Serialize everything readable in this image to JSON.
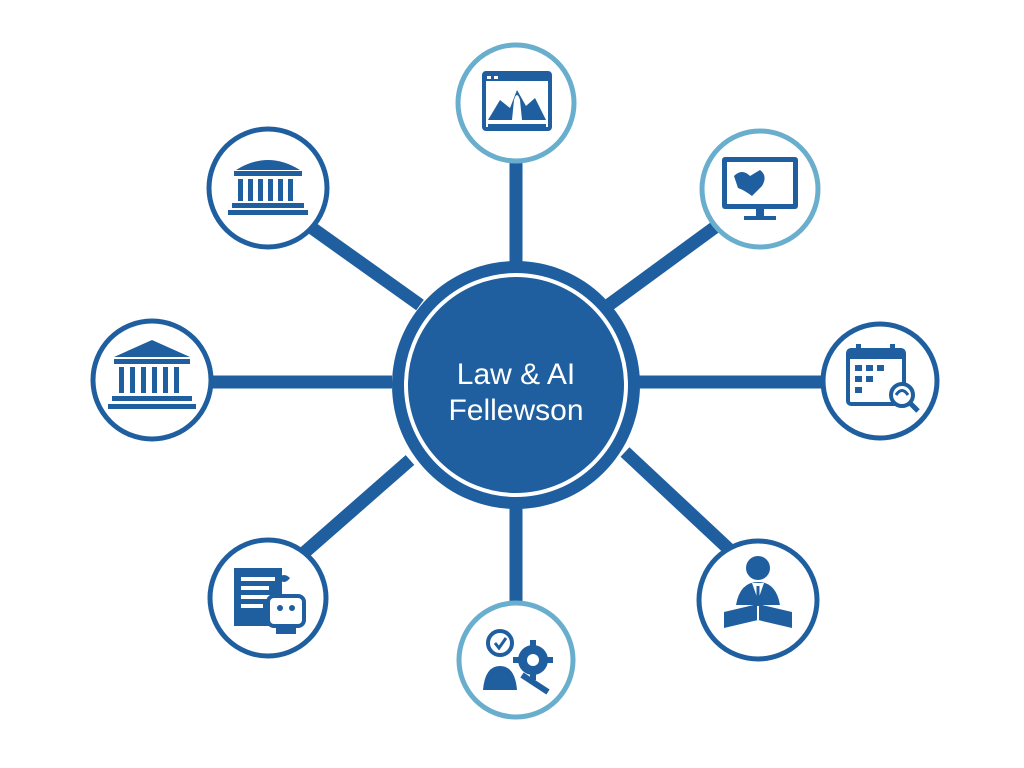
{
  "hub": {
    "line1": "Law & AI",
    "line2": "Fellewson"
  },
  "colors": {
    "primary": "#1f5f9f",
    "light_ring": "#6aaecd",
    "background": "#ffffff"
  },
  "nodes": [
    {
      "name": "video-screen-icon",
      "ring": "light"
    },
    {
      "name": "monitor-map-icon",
      "ring": "light"
    },
    {
      "name": "calendar-search-icon",
      "ring": "dark"
    },
    {
      "name": "professional-reading-icon",
      "ring": "dark"
    },
    {
      "name": "person-gear-icon",
      "ring": "light"
    },
    {
      "name": "document-robot-icon",
      "ring": "dark"
    },
    {
      "name": "courthouse-icon",
      "ring": "dark"
    },
    {
      "name": "museum-building-icon",
      "ring": "dark"
    }
  ]
}
